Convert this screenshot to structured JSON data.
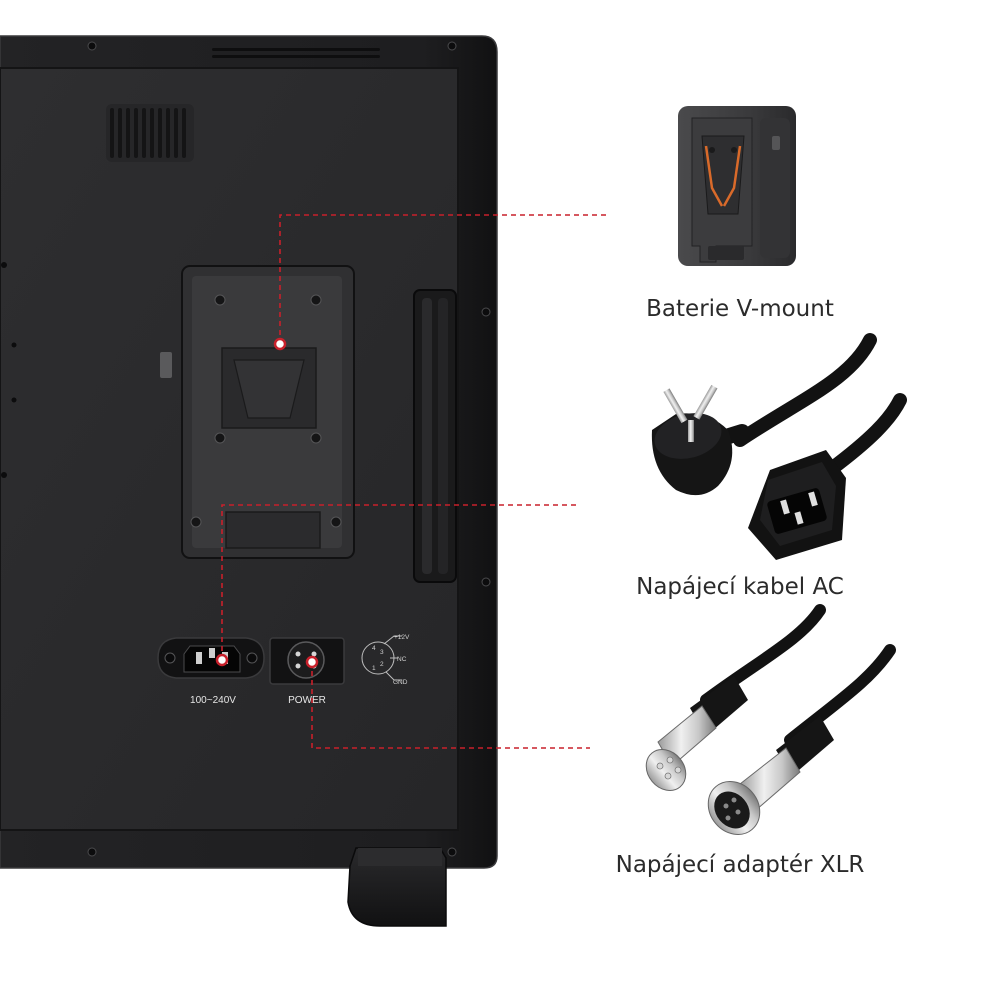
{
  "monitor": {
    "ac_port_label": "100~240V",
    "power_port_label": "POWER",
    "pinout": {
      "pin4": "4",
      "pin3": "3",
      "pin2": "2",
      "pin1": "1",
      "v12": "+12V",
      "nc": "NC",
      "gnd": "GND"
    }
  },
  "callouts": [
    {
      "label": "Baterie V-mount"
    },
    {
      "label": "Napájecí kabel AC"
    },
    {
      "label": "Napájecí adaptér XLR"
    }
  ],
  "colors": {
    "callout_line": "#c8202b",
    "monitor_body": "#1c1c1e",
    "monitor_panel": "#2a2a2c"
  }
}
